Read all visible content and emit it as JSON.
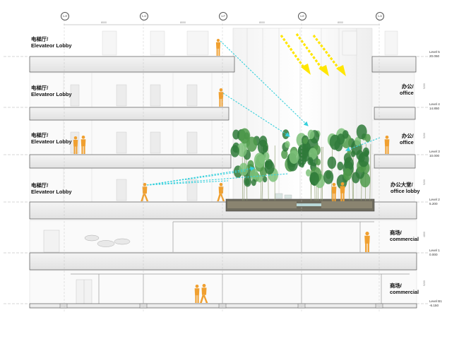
{
  "grid_axes": [
    "1-H",
    "1-G",
    "1-F",
    "1-E",
    "1-D"
  ],
  "grid_spacings": [
    "8000",
    "8000",
    "8000",
    "8000"
  ],
  "floor_heights": [
    "5200",
    "5200",
    "5200",
    "4800",
    "5200",
    "5100"
  ],
  "levels": [
    {
      "name": "Level 5",
      "elev": "20.050"
    },
    {
      "name": "Level 4",
      "elev": "14.850"
    },
    {
      "name": "Level 3",
      "elev": "10.000"
    },
    {
      "name": "Level 2",
      "elev": "5.200"
    },
    {
      "name": "Level 1",
      "elev": "0.000"
    },
    {
      "name": "Level B1",
      "elev": "-6.150"
    }
  ],
  "left_labels": [
    {
      "cn": "电梯厅/",
      "en": "Elevateor Lobby"
    },
    {
      "cn": "电梯厅/",
      "en": "Elevateor Lobby"
    },
    {
      "cn": "电梯厅/",
      "en": "Elevateor Lobby"
    },
    {
      "cn": "电梯厅/",
      "en": "Elevateor Lobby"
    }
  ],
  "right_labels": [
    {
      "cn": "办公/",
      "en": "office"
    },
    {
      "cn": "办公/",
      "en": "office"
    },
    {
      "cn": "办公大堂/",
      "en": "office lobby"
    },
    {
      "cn": "商场/",
      "en": "commercial"
    },
    {
      "cn": "商场/",
      "en": "commercial"
    }
  ],
  "colors": {
    "slab": "#eeeeee",
    "slab_stroke": "#555555",
    "figure": "#f0a030",
    "sight_line": "#35d0dc",
    "sun_arrow": "#ffe600",
    "bamboo_dark": "#2f7a3a",
    "bamboo_light": "#7ec27a",
    "planter": "#6e6b5e"
  },
  "icons": [
    "person-figure",
    "sun-arrow",
    "sight-line",
    "bamboo-cluster",
    "dashed-guide"
  ]
}
